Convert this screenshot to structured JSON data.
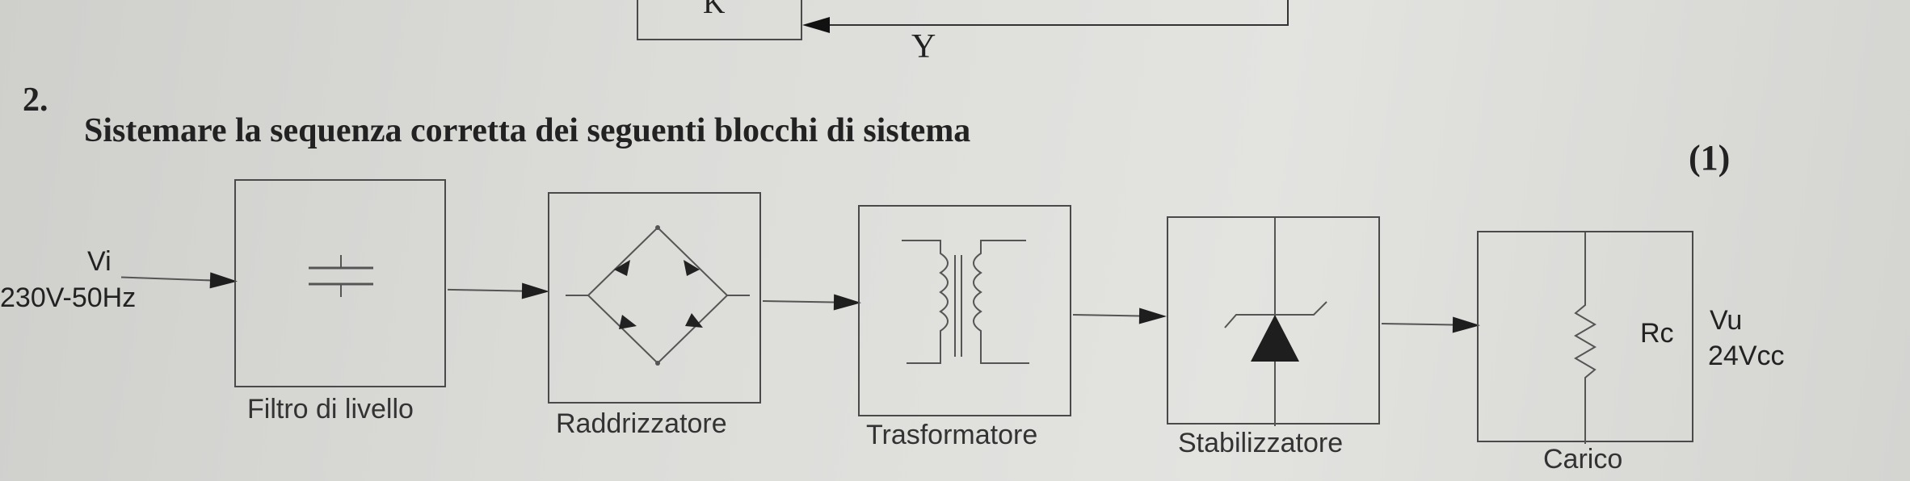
{
  "top_fragment": {
    "block_letter": "K",
    "line_label": "Y"
  },
  "question": {
    "number": "2.",
    "text": "Sistemare la sequenza corretta dei seguenti blocchi di sistema",
    "points": "(1)"
  },
  "input": {
    "label": "Vi",
    "value": "230V-50Hz"
  },
  "blocks": [
    {
      "caption": "Filtro di livello"
    },
    {
      "caption": "Raddrizzatore"
    },
    {
      "caption": "Trasformatore"
    },
    {
      "caption": "Stabilizzatore"
    },
    {
      "caption": "Carico",
      "resistor_label": "Rc"
    }
  ],
  "output": {
    "label": "Vu",
    "value": "24Vcc"
  }
}
